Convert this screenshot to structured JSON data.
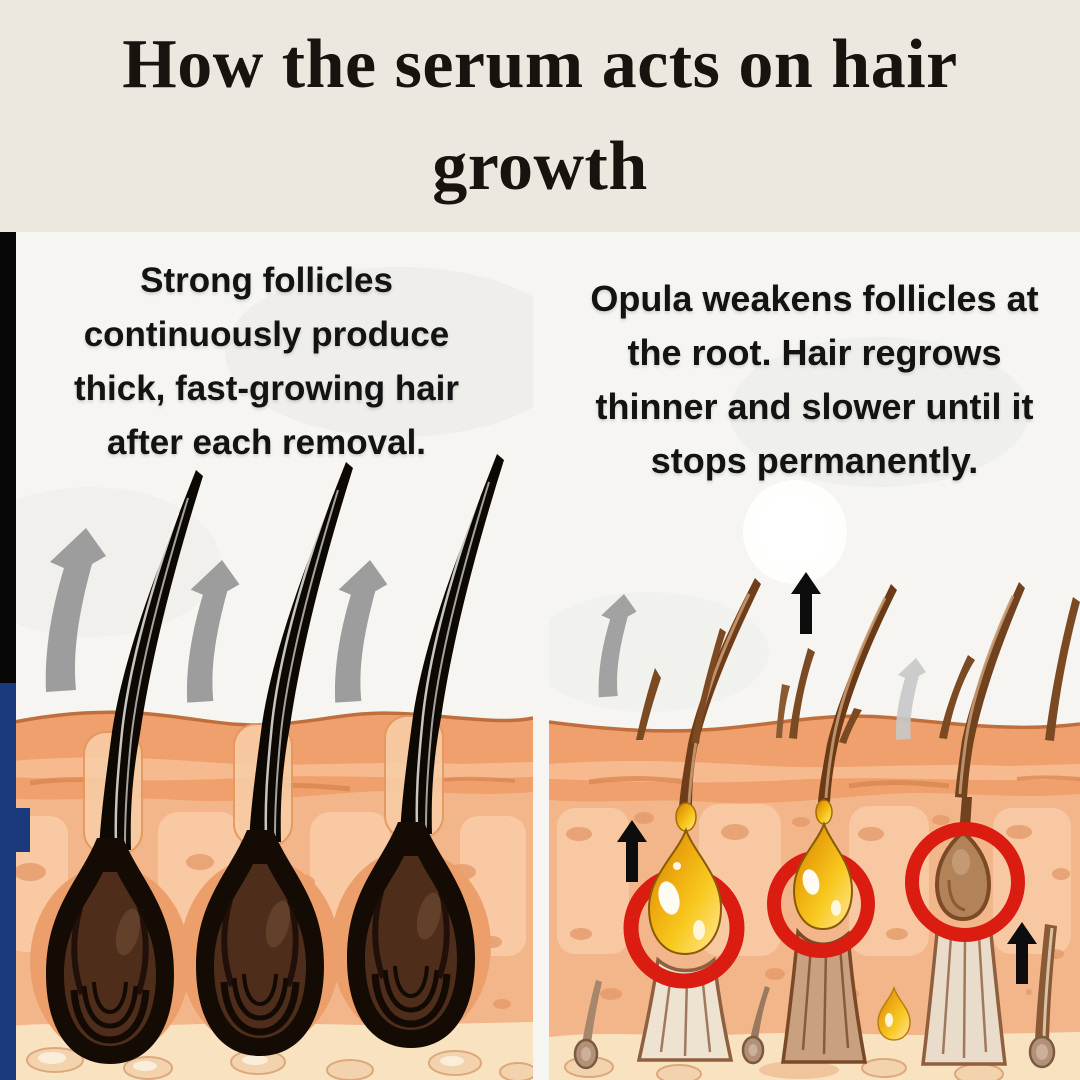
{
  "title": {
    "line1": "How the serum acts on hair",
    "line2": "growth"
  },
  "left_panel": {
    "caption_lines": [
      "Strong follicles",
      "continuously produce",
      "thick, fast-growing hair",
      "after each removal."
    ]
  },
  "right_panel": {
    "caption_lines": [
      "Opula weakens follicles at",
      "the root. Hair regrows",
      "thinner and slower until it",
      "stops permanently."
    ]
  },
  "colors": {
    "title_background": "#ece7df",
    "caption_text": "#131313",
    "divider_black": "#070707",
    "divider_navy": "#1b3a7e",
    "highlight_red": "#da1d10",
    "serum_gold": "#f2b319",
    "arrow_gray": "#9d9d9d",
    "skin_tone": "#f3b68a",
    "follicle_brown": "#4f2d1b",
    "hair_black": "#0e0803",
    "hair_brown": "#6f3d18"
  }
}
